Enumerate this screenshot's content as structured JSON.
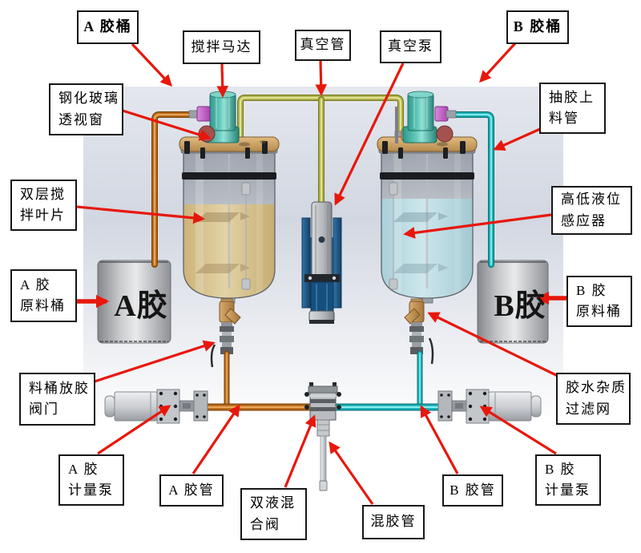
{
  "colors": {
    "arrow_red": "#e8170c",
    "a_pipe_brown": "#bc6e1f",
    "b_pipe_cyan": "#1fb5ba",
    "vacuum_pipe_olive": "#b4b656",
    "motor_teal": "#5fc8bb",
    "liquid_a": "#e0d0a2",
    "liquid_b": "#c8e4e9"
  },
  "labels": {
    "a_tank": "A 胶桶",
    "stir_motor": "搅拌马达",
    "vacuum_pipe": "真空管",
    "vacuum_pump": "真空泵",
    "b_tank": "B 胶桶",
    "glue_feed_pipe": "抽胶上\n料管",
    "glass_window": "钢化玻璃\n透视窗",
    "stir_blades": "双层搅\n拌叶片",
    "a_material_barrel": "A 胶\n原料桶",
    "level_sensor": "高低液位\n感应器",
    "b_material_barrel": "B 胶\n原料桶",
    "release_valve": "料桶放胶\n阀门",
    "a_metering_pump": "A 胶\n计量泵",
    "a_pipe": "A 胶管",
    "mix_valve": "双液混\n合阀",
    "mix_pipe": "混胶管",
    "b_pipe": "B 胶管",
    "b_metering_pump": "B 胶\n计量泵",
    "filter": "胶水杂质\n过滤网"
  },
  "barrels": {
    "a": "A胶",
    "b": "B胶"
  }
}
